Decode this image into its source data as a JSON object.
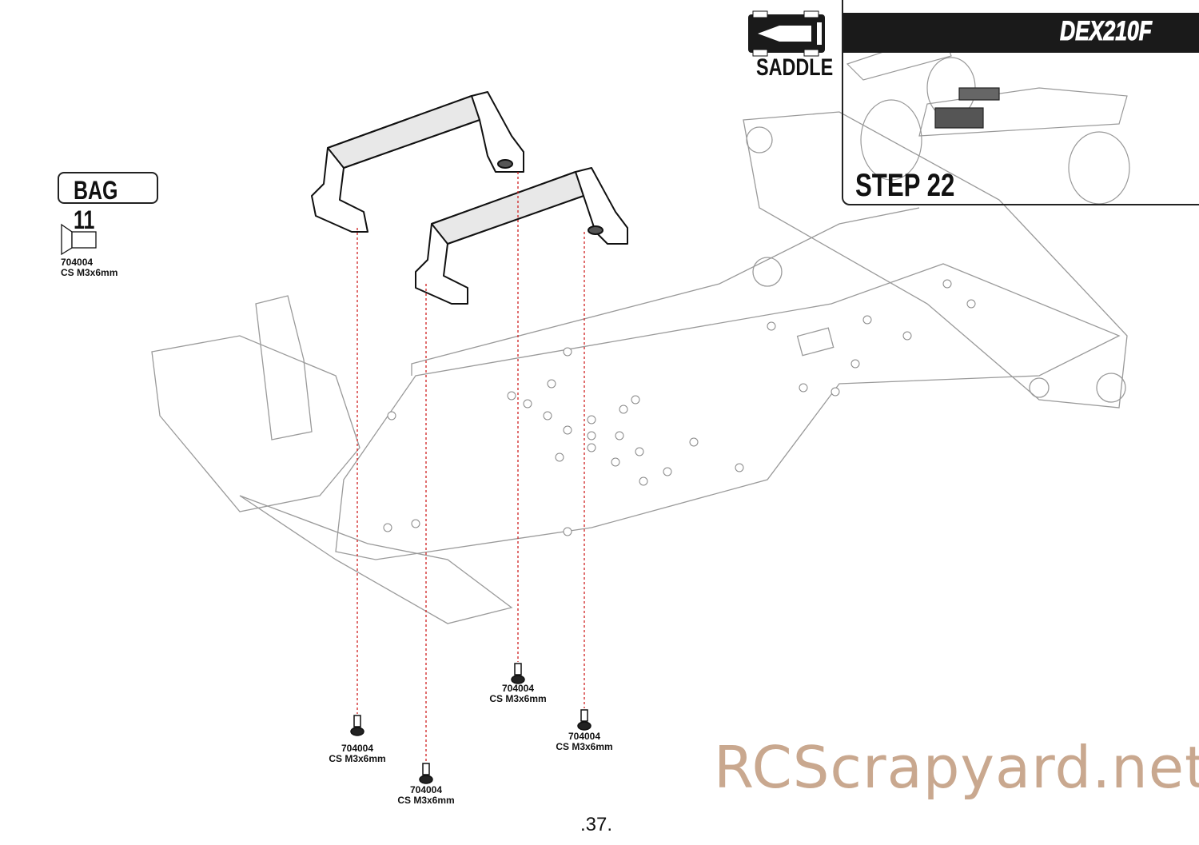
{
  "header": {
    "brand": "DEX210F",
    "step": "STEP 22",
    "section": "SADDLE"
  },
  "bag": {
    "label": "BAG 11"
  },
  "parts_list": [
    {
      "part_no": "704004",
      "desc": "CS M3x6mm"
    }
  ],
  "callouts": [
    {
      "part_no": "704004",
      "desc": "CS M3x6mm"
    },
    {
      "part_no": "704004",
      "desc": "CS M3x6mm"
    },
    {
      "part_no": "704004",
      "desc": "CS M3x6mm"
    },
    {
      "part_no": "704004",
      "desc": "CS M3x6mm"
    }
  ],
  "page_number": ".37.",
  "watermark": "RCScrapyard.net",
  "colors": {
    "guide_line": "#d02020",
    "ink": "#111111",
    "chassis": "#999999",
    "watermark": "#c9a88f"
  }
}
